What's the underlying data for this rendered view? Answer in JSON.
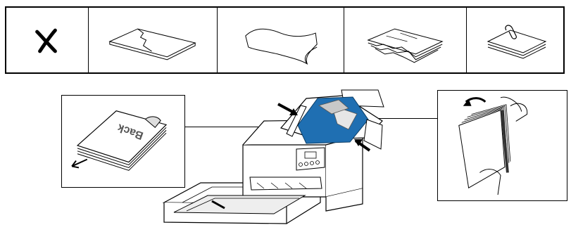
{
  "title": "",
  "paper_types": [
    {
      "name": "not-allowed",
      "icon": "x-mark-icon",
      "glyph": "✕",
      "allowed": false
    },
    {
      "name": "torn-paper",
      "icon": "torn-paper-icon",
      "allowed": false
    },
    {
      "name": "curled-paper",
      "icon": "curled-paper-icon",
      "allowed": false
    },
    {
      "name": "wrinkled-stack",
      "icon": "wrinkled-stack-icon",
      "allowed": false
    },
    {
      "name": "clipped-paper",
      "icon": "paper-clip-stack-icon",
      "allowed": false
    }
  ],
  "callouts": {
    "left": {
      "text": "Back",
      "icon": "face-down-stack-icon"
    },
    "right": {
      "icon": "fanning-paper-icon"
    }
  },
  "colors": {
    "paper_highlight": "#1f6fb2",
    "ink": "#000000"
  }
}
